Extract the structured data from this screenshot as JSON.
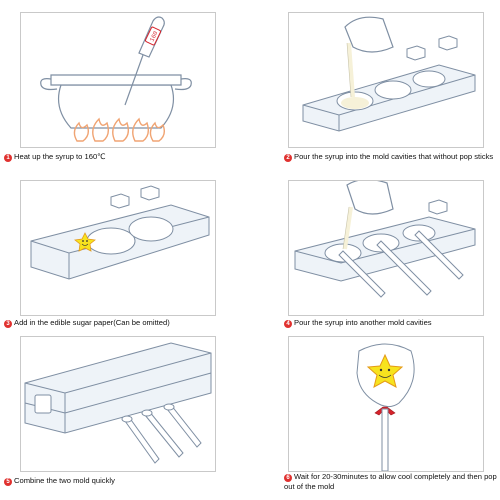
{
  "colors": {
    "step_badge": "#e0312f",
    "outline": "#7f8fa3",
    "mold_fill": "#eef3f8",
    "flame": "#f0a473",
    "star_fill": "#f7e31e",
    "star_stroke": "#e49a18",
    "thermometer_red": "#d6222b",
    "syrup": "#f6f1d8"
  },
  "thermometer": {
    "display": "160"
  },
  "steps": [
    {
      "number": "1",
      "text": "Heat up the syrup to 160℃"
    },
    {
      "number": "2",
      "text": "Pour the syrup into the mold cavities that without pop sticks"
    },
    {
      "number": "3",
      "text": "Add in the edible sugar paper(Can be omitted)"
    },
    {
      "number": "4",
      "text": "Pour the syrup into another mold cavities"
    },
    {
      "number": "5",
      "text": "Combine the two mold quickly"
    },
    {
      "number": "6",
      "text": "Wait for 20-30minutes to allow cool completely and then pop out of the mold"
    }
  ]
}
